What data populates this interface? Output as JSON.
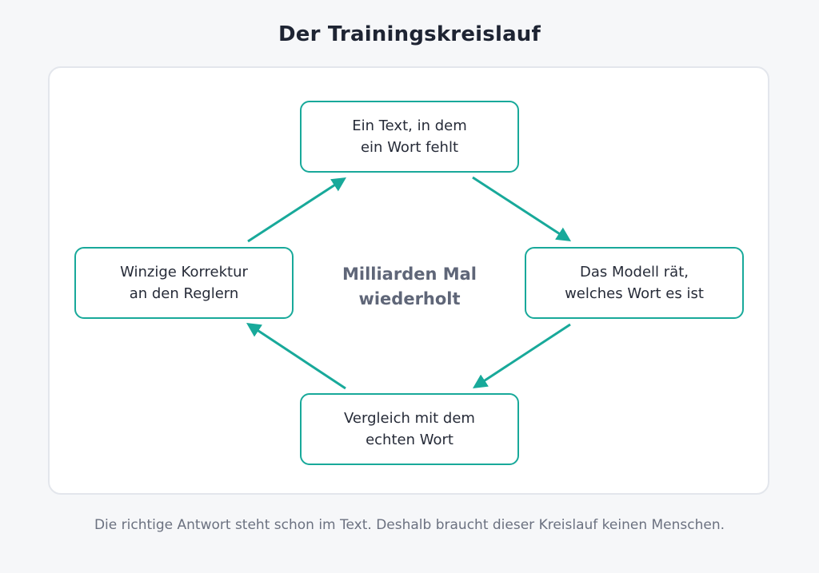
{
  "title": "Der Trainingskreislauf",
  "nodes": {
    "top": {
      "line1": "Ein Text, in dem",
      "line2": "ein Wort fehlt"
    },
    "right": {
      "line1": "Das Modell rät,",
      "line2": "welches Wort es ist"
    },
    "bottom": {
      "line1": "Vergleich mit dem",
      "line2": "echten Wort"
    },
    "left": {
      "line1": "Winzige Korrektur",
      "line2": "an den Reglern"
    }
  },
  "center": {
    "line1": "Milliarden Mal",
    "line2": "wiederholt"
  },
  "caption": "Die richtige Antwort steht schon im Text. Deshalb braucht dieser Kreislauf keinen Menschen.",
  "colors": {
    "accent": "#18a99a",
    "title": "#1e2433",
    "center_text": "#5f6678",
    "caption_text": "#6b7180"
  },
  "arrows": [
    {
      "from": "top",
      "to": "right"
    },
    {
      "from": "right",
      "to": "bottom"
    },
    {
      "from": "bottom",
      "to": "left"
    },
    {
      "from": "left",
      "to": "top"
    }
  ]
}
